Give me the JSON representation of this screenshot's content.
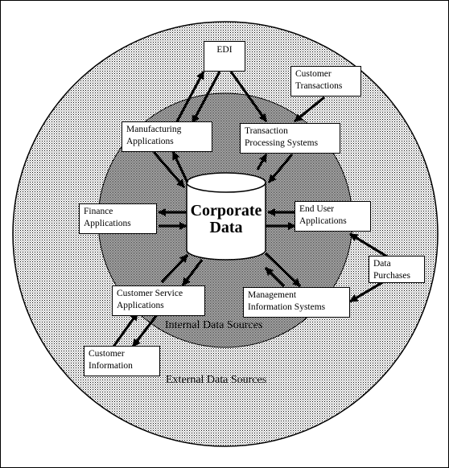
{
  "diagram": {
    "center": {
      "label": "Corporate\nData"
    },
    "zones": {
      "internal": "Internal Data Sources",
      "external": "External Data Sources"
    },
    "nodes": {
      "edi": "EDI",
      "customer_transactions": "Customer\nTransactions",
      "manufacturing": "Manufacturing\nApplications",
      "transaction_processing": "Transaction\nProcessing Systems",
      "finance": "Finance\nApplications",
      "end_user": "End User\nApplications",
      "data_purchases": "Data\nPurchases",
      "customer_service": "Customer Service\nApplications",
      "mis": "Management\nInformation Systems",
      "customer_information": "Customer\nInformation"
    }
  }
}
